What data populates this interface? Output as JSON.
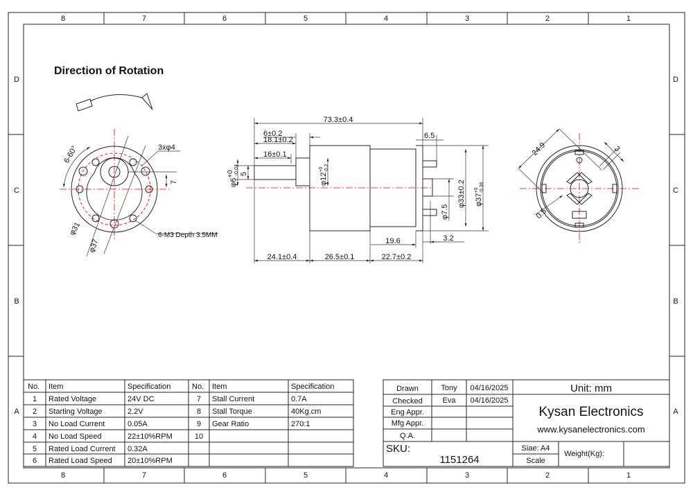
{
  "frame": {
    "columns": [
      "8",
      "7",
      "6",
      "5",
      "4",
      "3",
      "2",
      "1"
    ],
    "rows": [
      "D",
      "C",
      "B",
      "A"
    ]
  },
  "rotation_title": "Direction of Rotation",
  "front_view": {
    "angle": "6-60°",
    "holes": "3xφ4",
    "offset": "7",
    "dia_inner": "φ31",
    "dia_outer": "φ37",
    "thread": "6-M3 Depth 3.5MM"
  },
  "side_view": {
    "overall": "73.3±0.4",
    "d1": "6±0.2",
    "d2": "18.1±0.2",
    "d3": "16±0.1",
    "d4": "6.5",
    "shaft_dia": "φ6",
    "shaft_tol_up": "+0",
    "shaft_tol_low": "-0.03",
    "flat": "5",
    "boss_dia": "φ12",
    "boss_tol_up": "+0",
    "boss_tol_low": "-0.2",
    "motor_dia": "φ33±0.2",
    "body_dia": "φ37",
    "body_tol_up": "+0",
    "body_tol_low": "-0.36",
    "small_dia": "φ7.5",
    "len_motor": "19.6",
    "len_end": "3.2",
    "len_gear": "24.1±0.4",
    "len_mid": "26.5±0.1",
    "len_back": "22.7±0.2"
  },
  "rear_view": {
    "dim_a": "24.9",
    "dim_b": "3",
    "dim_c": "0.5"
  },
  "spec_table": {
    "headers": [
      "No.",
      "Item",
      "Specification",
      "No.",
      "Item",
      "Specification"
    ],
    "left": [
      {
        "no": "1",
        "item": "Rated Voltage",
        "spec": "24V DC"
      },
      {
        "no": "2",
        "item": "Starting Voltage",
        "spec": "2.2V"
      },
      {
        "no": "3",
        "item": "No Load Current",
        "spec": "0.05A"
      },
      {
        "no": "4",
        "item": "No Load Speed",
        "spec": "22±10%RPM"
      },
      {
        "no": "5",
        "item": "Rated Load Current",
        "spec": "0.32A"
      },
      {
        "no": "6",
        "item": "Rated Load Speed",
        "spec": "20±10%RPM"
      }
    ],
    "right": [
      {
        "no": "7",
        "item": "Stall Current",
        "spec": "0.7A"
      },
      {
        "no": "8",
        "item": "Stall Torque",
        "spec": "40Kg.cm"
      },
      {
        "no": "9",
        "item": "Gear Ratio",
        "spec": "270:1"
      },
      {
        "no": "10",
        "item": "",
        "spec": ""
      }
    ]
  },
  "title_block": {
    "drawn_label": "Drawn",
    "drawn_by": "Tony",
    "drawn_date": "04/16/2025",
    "checked_label": "Checked",
    "checked_by": "Eva",
    "checked_date": "04/16/2025",
    "eng_label": "Eng Appr.",
    "mfg_label": "Mfg Appr.",
    "qa_label": "Q.A.",
    "unit": "Unit: mm",
    "company": "Kysan Electronics",
    "website": "www.kysanelectronics.com",
    "sku_label": "SKU:",
    "sku": "1151264",
    "size": "Siae: A4",
    "scale_label": "Scale",
    "weight_label": "Weight(Kg):"
  }
}
